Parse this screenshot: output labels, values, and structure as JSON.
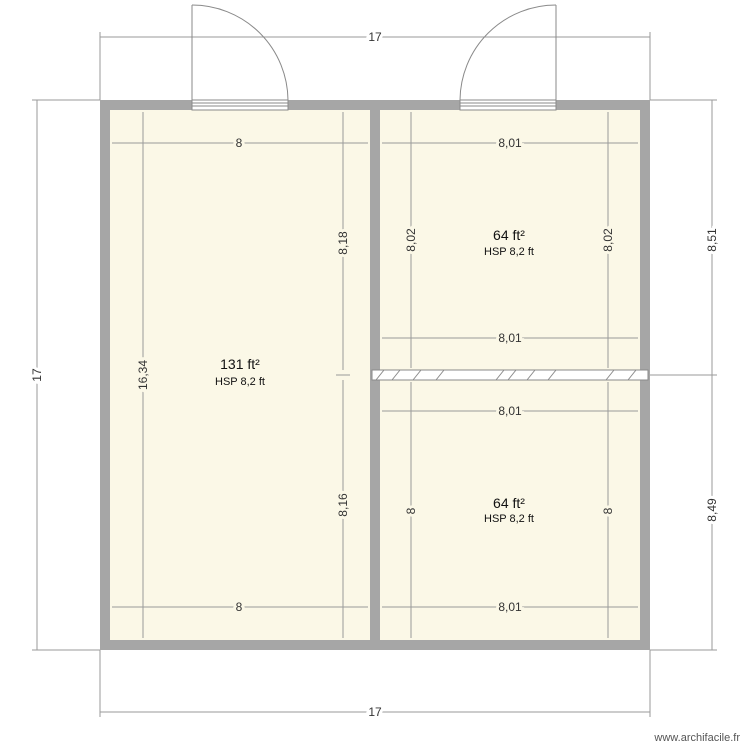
{
  "colors": {
    "wall": "#a6a6a6",
    "room_fill": "#fbf8e7",
    "dim_line": "#9a9a9a",
    "door_line": "#8a8a8a"
  },
  "overall": {
    "width_top": "17",
    "width_bottom": "17",
    "height_left": "17",
    "height_right_upper": "8,51",
    "height_right_lower": "8,49"
  },
  "rooms": {
    "left": {
      "area": "131 ft²",
      "hsp": "HSP 8,2 ft",
      "dims": {
        "top": "8",
        "bottom": "8",
        "height": "16,34",
        "right_upper": "8,18",
        "right_lower": "8,16"
      }
    },
    "top_right": {
      "area": "64 ft²",
      "hsp": "HSP 8,2 ft",
      "dims": {
        "top": "8,01",
        "bottom": "8,01",
        "left": "8,02",
        "right": "8,02"
      }
    },
    "bottom_right": {
      "area": "64 ft²",
      "hsp": "HSP 8,2 ft",
      "dims": {
        "top": "8,01",
        "bottom": "8,01",
        "left": "8",
        "right": "8"
      }
    }
  },
  "doors": [
    {
      "name": "left-entrance-door"
    },
    {
      "name": "right-entrance-door"
    }
  ],
  "footer": {
    "credit": "www.archifacile.fr"
  }
}
